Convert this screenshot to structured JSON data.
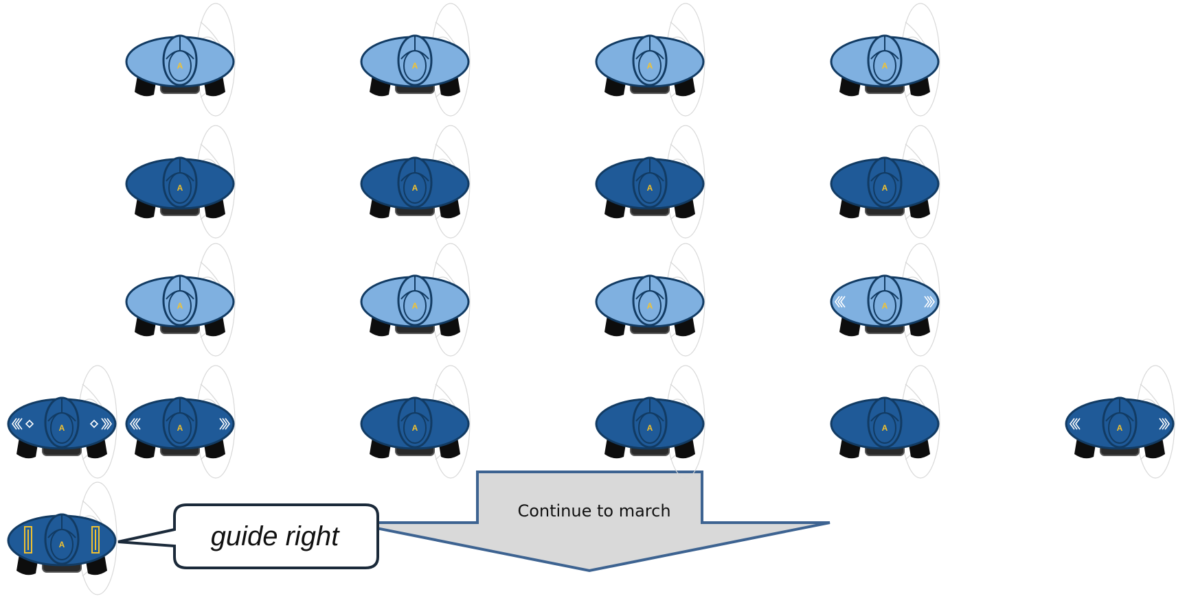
{
  "figure_label": "A",
  "callout": {
    "text": "guide right"
  },
  "arrow": {
    "text": "Continue to march"
  },
  "colors": {
    "light_body": "#7fb0e0",
    "dark_body": "#1f5a98",
    "outline": "#123b63",
    "label": "#f2c230",
    "feet": "#0d0d0d",
    "arrow_fill": "#d9d9d9",
    "arrow_stroke": "#3d6391"
  },
  "figures": [
    {
      "id": "r1c1",
      "style": "light"
    },
    {
      "id": "r1c2",
      "style": "light"
    },
    {
      "id": "r1c3",
      "style": "light"
    },
    {
      "id": "r1c4",
      "style": "light"
    },
    {
      "id": "r2c1",
      "style": "dark"
    },
    {
      "id": "r2c2",
      "style": "dark"
    },
    {
      "id": "r2c3",
      "style": "dark"
    },
    {
      "id": "r2c4",
      "style": "dark"
    },
    {
      "id": "r3c1",
      "style": "light"
    },
    {
      "id": "r3c2",
      "style": "light"
    },
    {
      "id": "r3c3",
      "style": "light"
    },
    {
      "id": "r3c4",
      "style": "light",
      "marks": "chevrons"
    },
    {
      "id": "r4c0",
      "style": "dark",
      "marks": "diamonds"
    },
    {
      "id": "r4c1",
      "style": "dark",
      "marks": "chevrons"
    },
    {
      "id": "r4c2",
      "style": "dark"
    },
    {
      "id": "r4c3",
      "style": "dark"
    },
    {
      "id": "r4c4",
      "style": "dark"
    },
    {
      "id": "r4c6",
      "style": "dark",
      "marks": "chevrons"
    },
    {
      "id": "guide",
      "style": "dark",
      "marks": "bars"
    }
  ]
}
